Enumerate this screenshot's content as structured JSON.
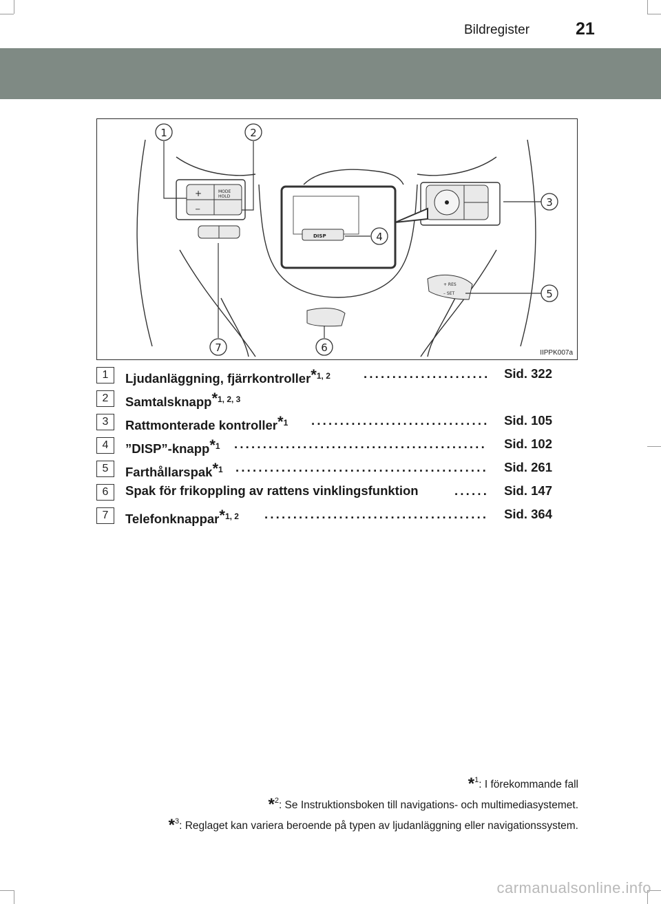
{
  "header": {
    "title": "Bildregister",
    "page_number": "21"
  },
  "figure": {
    "code": "IIPPK007a",
    "callouts": [
      "1",
      "2",
      "3",
      "4",
      "5",
      "6",
      "7"
    ],
    "button_labels": {
      "mode": "MODE",
      "hold": "HOLD",
      "disp": "DISP",
      "res": "+ RES",
      "set": "– SET"
    }
  },
  "items": [
    {
      "num": "1",
      "label": "Ljudanläggning, fjärrkontroller",
      "note": "1, 2",
      "ref": "Sid. 322"
    },
    {
      "num": "2",
      "label": "Samtalsknapp",
      "note": "1, 2, 3",
      "ref": ""
    },
    {
      "num": "3",
      "label": "Rattmonterade kontroller",
      "note": "1",
      "ref": "Sid. 105"
    },
    {
      "num": "4",
      "label": "”DISP”-knapp",
      "note": "1",
      "ref": "Sid. 102"
    },
    {
      "num": "5",
      "label": "Farthållarspak",
      "note": "1",
      "ref": "Sid. 261"
    },
    {
      "num": "6",
      "label": "Spak för frikoppling av rattens vinklingsfunktion",
      "note": "",
      "ref": "Sid. 147"
    },
    {
      "num": "7",
      "label": "Telefonknappar",
      "note": "1, 2",
      "ref": "Sid. 364"
    }
  ],
  "footnotes": [
    {
      "mark": "1",
      "text": ": I förekommande fall"
    },
    {
      "mark": "2",
      "text": ": Se Instruktionsboken till navigations- och multimediasystemet."
    },
    {
      "mark": "3",
      "text": ": Reglaget kan variera beroende på typen av ljudanläggning eller navigationssystem."
    }
  ],
  "watermark": "carmanualsonline.info"
}
